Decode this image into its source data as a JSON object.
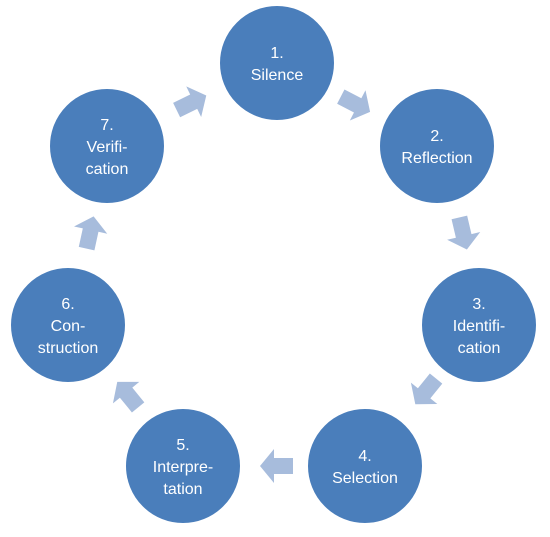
{
  "diagram": {
    "type": "cycle",
    "colors": {
      "node_fill": "#4a7ebb",
      "node_stroke": "#ffffff",
      "arrow_fill": "#a7bcdc",
      "text": "#ffffff",
      "background": "#ffffff"
    },
    "nodes": [
      {
        "id": "n1",
        "lines": [
          "1.",
          "Silence"
        ]
      },
      {
        "id": "n2",
        "lines": [
          "2.",
          "Reflection"
        ]
      },
      {
        "id": "n3",
        "lines": [
          "3.",
          "Identifi-",
          "cation"
        ]
      },
      {
        "id": "n4",
        "lines": [
          "4.",
          "Selection"
        ]
      },
      {
        "id": "n5",
        "lines": [
          "5.",
          "Interpre-",
          "tation"
        ]
      },
      {
        "id": "n6",
        "lines": [
          "6.",
          "Con-",
          "struction"
        ]
      },
      {
        "id": "n7",
        "lines": [
          "7.",
          "Verifi-",
          "cation"
        ]
      }
    ],
    "edges": [
      {
        "from": "n1",
        "to": "n2"
      },
      {
        "from": "n2",
        "to": "n3"
      },
      {
        "from": "n3",
        "to": "n4"
      },
      {
        "from": "n4",
        "to": "n5"
      },
      {
        "from": "n5",
        "to": "n6"
      },
      {
        "from": "n6",
        "to": "n7"
      },
      {
        "from": "n7",
        "to": "n1"
      }
    ]
  }
}
